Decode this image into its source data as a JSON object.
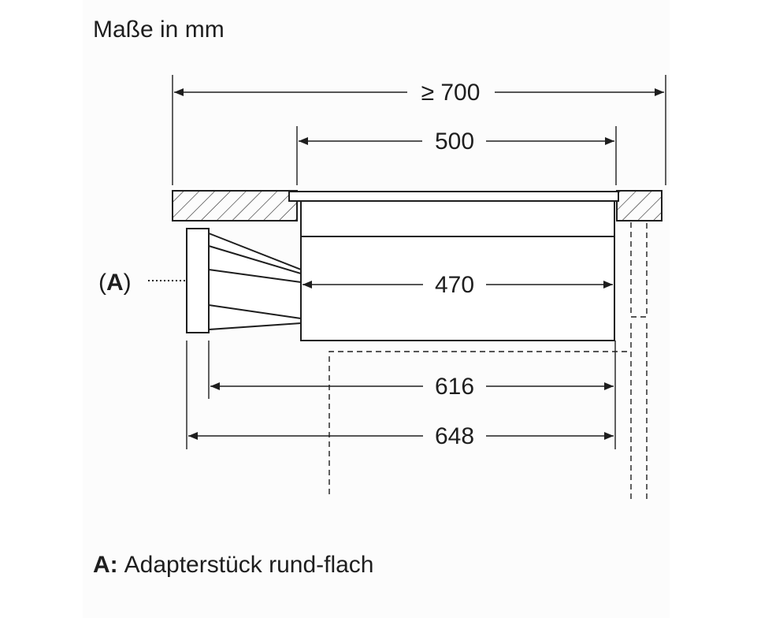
{
  "title": "Maße in mm",
  "dimensions": {
    "total_width": "≥ 700",
    "cutout": "500",
    "body": "470",
    "with_adapter": "616",
    "overall": "648"
  },
  "callout": "(A)",
  "legend": {
    "key": "A:",
    "text": "Adapterstück rund-flach"
  }
}
